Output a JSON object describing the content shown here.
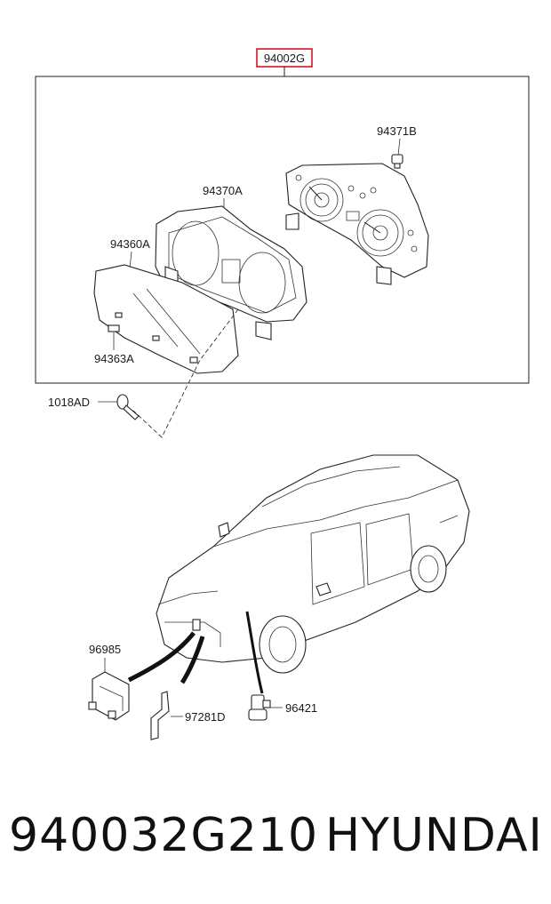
{
  "diagram": {
    "main_part_label": "94002G",
    "labels": {
      "p94371B": "94371B",
      "p94370A": "94370A",
      "p94360A": "94360A",
      "p94363A": "94363A",
      "p1018AD": "1018AD",
      "p96985": "96985",
      "p97281D": "97281D",
      "p96421": "96421"
    },
    "highlight_color": "#d0021b"
  },
  "footer": {
    "part_number": "940032G210",
    "brand": "HYUNDAI"
  }
}
